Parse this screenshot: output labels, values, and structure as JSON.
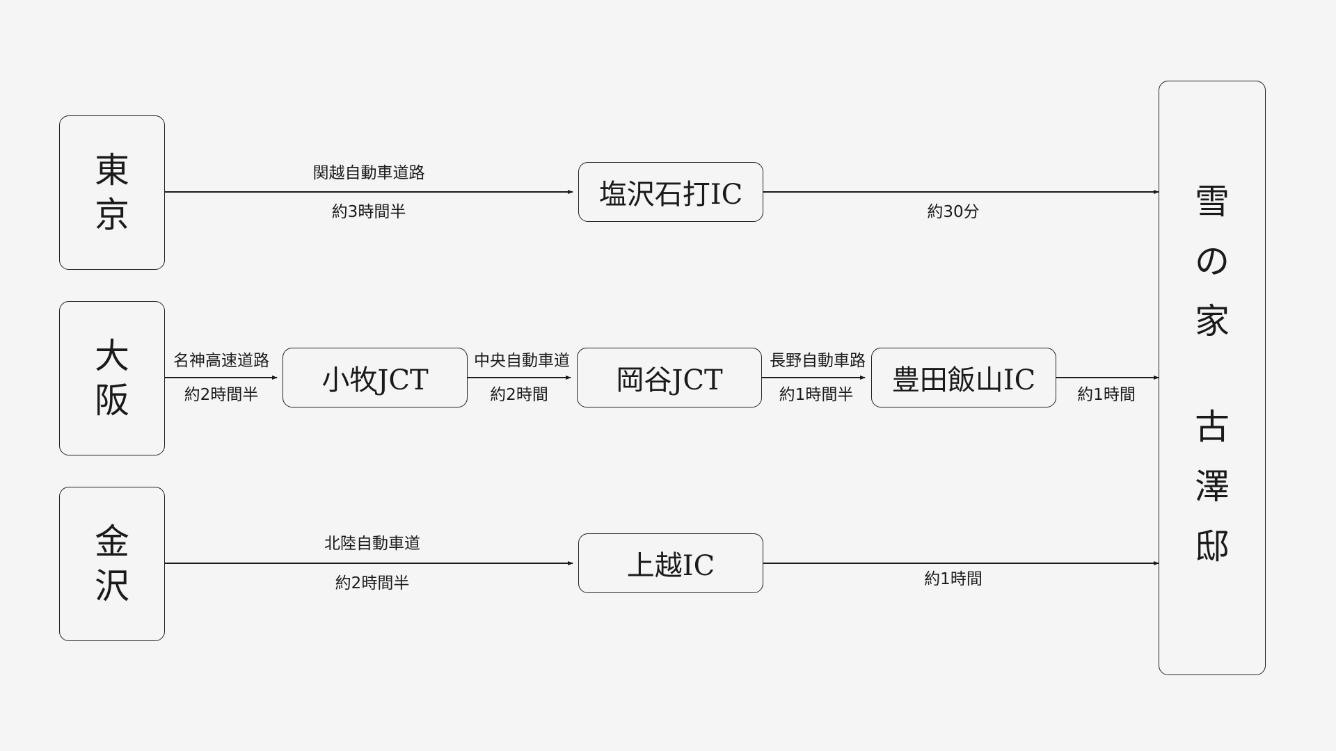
{
  "origins": [
    {
      "id": "tokyo",
      "chars": [
        "東",
        "京"
      ]
    },
    {
      "id": "osaka",
      "chars": [
        "大",
        "阪"
      ]
    },
    {
      "id": "kanazawa",
      "chars": [
        "金",
        "沢"
      ]
    }
  ],
  "nodes": {
    "shiozawa_ic": "塩沢石打IC",
    "komaki_jct": "小牧JCT",
    "okaya_jct": "岡谷JCT",
    "toyota_iiyama_ic": "豊田飯山IC",
    "joetsu_ic": "上越IC"
  },
  "destination": {
    "chars": [
      "雪",
      "の",
      "家",
      "古",
      "澤",
      "邸"
    ]
  },
  "routes": {
    "tokyo_shiozawa": {
      "road": "関越自動車道路",
      "time": "約3時間半"
    },
    "shiozawa_dest": {
      "road": "",
      "time": "約30分"
    },
    "osaka_komaki": {
      "road": "名神高速道路",
      "time": "約2時間半"
    },
    "komaki_okaya": {
      "road": "中央自動車道",
      "time": "約2時間"
    },
    "okaya_toyota": {
      "road": "長野自動車路",
      "time": "約1時間半"
    },
    "toyota_dest": {
      "road": "",
      "time": "約1時間"
    },
    "kanazawa_joetsu": {
      "road": "北陸自動車道",
      "time": "約2時間半"
    },
    "joetsu_dest": {
      "road": "",
      "time": "約1時間"
    }
  },
  "colors": {
    "background": "#f5f5f5",
    "line": "#1a1a1a"
  }
}
